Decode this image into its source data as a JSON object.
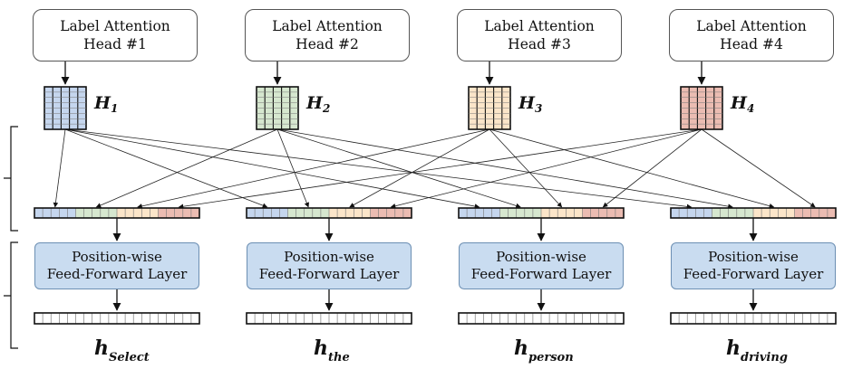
{
  "heads": [
    {
      "line1": "Label Attention",
      "line2": "Head #1",
      "h_main": "H",
      "h_sub": "1",
      "color": "#c5d6ee"
    },
    {
      "line1": "Label Attention",
      "line2": "Head #2",
      "h_main": "H",
      "h_sub": "2",
      "color": "#d6e7cf"
    },
    {
      "line1": "Label Attention",
      "line2": "Head #3",
      "h_main": "H",
      "h_sub": "3",
      "color": "#fbe5c9"
    },
    {
      "line1": "Label Attention",
      "line2": "Head #4",
      "h_main": "H",
      "h_sub": "4",
      "color": "#ebbcb2"
    }
  ],
  "ffn": [
    {
      "line1": "Position-wise",
      "line2": "Feed-Forward Layer"
    },
    {
      "line1": "Position-wise",
      "line2": "Feed-Forward Layer"
    },
    {
      "line1": "Position-wise",
      "line2": "Feed-Forward Layer"
    },
    {
      "line1": "Position-wise",
      "line2": "Feed-Forward Layer"
    }
  ],
  "outputs": [
    {
      "main": "h",
      "sub": "Select"
    },
    {
      "main": "h",
      "sub": "the"
    },
    {
      "main": "h",
      "sub": "person"
    },
    {
      "main": "h",
      "sub": "driving"
    }
  ],
  "colors": {
    "blue": "#c5d6ee",
    "green": "#d6e7cf",
    "orange": "#fbe5c9",
    "red": "#ebbcb2",
    "ffn_fill": "#c9dcf0"
  }
}
